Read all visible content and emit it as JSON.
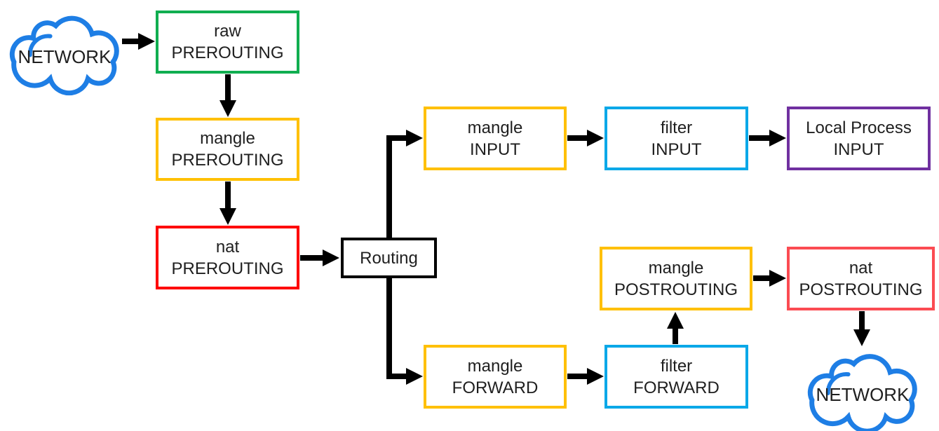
{
  "colors": {
    "green": "#10AE50",
    "yellow": "#FFC000",
    "red": "#FE0000",
    "cyan": "#0AA8E8",
    "purple": "#7030A0",
    "salmon": "#FB4B52",
    "cloud_blue": "#1E7EE5",
    "arrow_black": "#000000"
  },
  "clouds": {
    "source": {
      "label": "NETWORK"
    },
    "destination": {
      "label": "NETWORK"
    }
  },
  "nodes": {
    "raw_prerouting": {
      "table": "raw",
      "chain": "PREROUTING",
      "border": "#10AE50"
    },
    "mangle_prerouting": {
      "table": "mangle",
      "chain": "PREROUTING",
      "border": "#FFC000"
    },
    "nat_prerouting": {
      "table": "nat",
      "chain": "PREROUTING",
      "border": "#FE0000"
    },
    "routing": {
      "label": "Routing",
      "border": "#000000"
    },
    "mangle_input": {
      "table": "mangle",
      "chain": "INPUT",
      "border": "#FFC000"
    },
    "filter_input": {
      "table": "filter",
      "chain": "INPUT",
      "border": "#0AA8E8"
    },
    "local_process_input": {
      "table": "Local Process",
      "chain": "INPUT",
      "border": "#7030A0"
    },
    "mangle_forward": {
      "table": "mangle",
      "chain": "FORWARD",
      "border": "#FFC000"
    },
    "filter_forward": {
      "table": "filter",
      "chain": "FORWARD",
      "border": "#0AA8E8"
    },
    "mangle_postrouting": {
      "table": "mangle",
      "chain": "POSTROUTING",
      "border": "#FFC000"
    },
    "nat_postrouting": {
      "table": "nat",
      "chain": "POSTROUTING",
      "border": "#FB4B52"
    }
  }
}
